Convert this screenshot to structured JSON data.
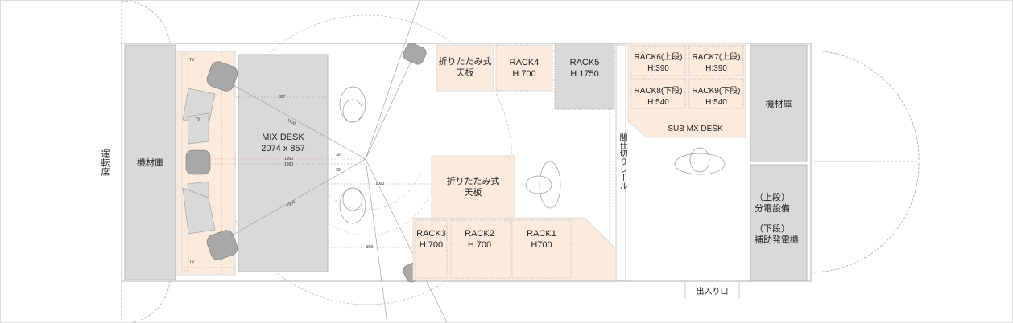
{
  "labels": {
    "driver_seat": "運転席",
    "storage_left": "機材庫",
    "mix_desk": "MIX DESK",
    "mix_desk_size": "2074 x 857",
    "folding_top_1": "折りたたみ式\n天板",
    "folding_top_2": "折りたたみ式\n天板",
    "partition_rail": "間仕切りレール",
    "storage_right": "機材庫",
    "power_upper_tag": "（上段）",
    "power_upper": "分電設備",
    "power_lower_tag": "（下段）",
    "power_lower": "補助発電機",
    "sub_mx_desk": "SUB MX DESK",
    "entrance": "出入り口"
  },
  "racks": [
    {
      "name": "RACK4",
      "height": "H:700"
    },
    {
      "name": "RACK5",
      "height": "H:1750"
    },
    {
      "name": "RACK6(上段)",
      "height": "H:390"
    },
    {
      "name": "RACK7(上段)",
      "height": "H:390"
    },
    {
      "name": "RACK8(下段)",
      "height": "H:540"
    },
    {
      "name": "RACK9(下段)",
      "height": "H:540"
    },
    {
      "name": "RACK3",
      "height": "H:700"
    },
    {
      "name": "RACK2",
      "height": "H:700"
    },
    {
      "name": "RACK1",
      "height": "H700"
    }
  ],
  "dimensions": {
    "desk_depth": "857",
    "listen_dist": "1900",
    "listen_dist2": "1300",
    "aisle": "1000",
    "gap": "800",
    "diag_a": "1900",
    "diag_b": "1900",
    "angle_a": "30°",
    "angle_b": "30°",
    "tv_1": "TV",
    "tv_2": "TV",
    "tv_3": "TV"
  },
  "colors": {
    "beige": "#fcebdc",
    "gray": "#d9d9d9",
    "speaker": "#a8a8a8"
  }
}
